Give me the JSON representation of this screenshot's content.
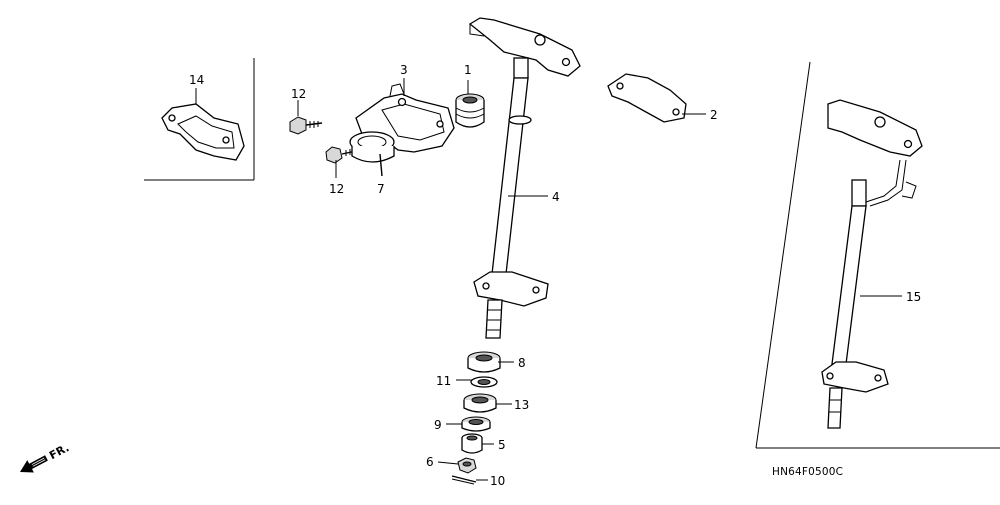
{
  "diagram": {
    "callouts": {
      "c1": "1",
      "c2": "2",
      "c3": "3",
      "c4": "4",
      "c5": "5",
      "c6": "6",
      "c7": "7",
      "c8": "8",
      "c9": "9",
      "c10": "10",
      "c11": "11",
      "c12a": "12",
      "c12b": "12",
      "c13": "13",
      "c14": "14",
      "c15": "15"
    },
    "front_arrow_label": "FR.",
    "drawing_code": "HN64F0500C"
  }
}
